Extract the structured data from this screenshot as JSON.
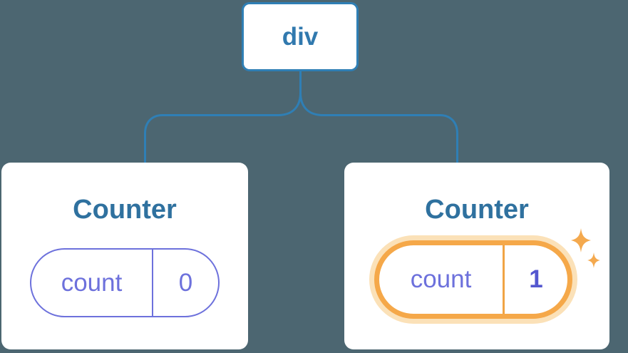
{
  "canvas": {
    "background_color": "#4c6671",
    "card_background_color": "#ffffff"
  },
  "colors": {
    "connector_blue": "#2f7fb5",
    "root_label_blue": "#3179ae",
    "heading_blue": "#2f719f",
    "state_purple": "#6d71dc",
    "state_value_highlight_purple": "#5457cf",
    "highlight_orange": "#f5a849",
    "highlight_halo_orange": "#fbe1b8",
    "sparkle_orange": "#f4a94e"
  },
  "tree": {
    "root": {
      "label": "div"
    },
    "children": [
      {
        "title": "Counter",
        "state_name": "count",
        "state_value": "0",
        "highlighted": false
      },
      {
        "title": "Counter",
        "state_name": "count",
        "state_value": "1",
        "highlighted": true
      }
    ]
  },
  "icons": {
    "highlight_icon": "sparkles-icon"
  }
}
